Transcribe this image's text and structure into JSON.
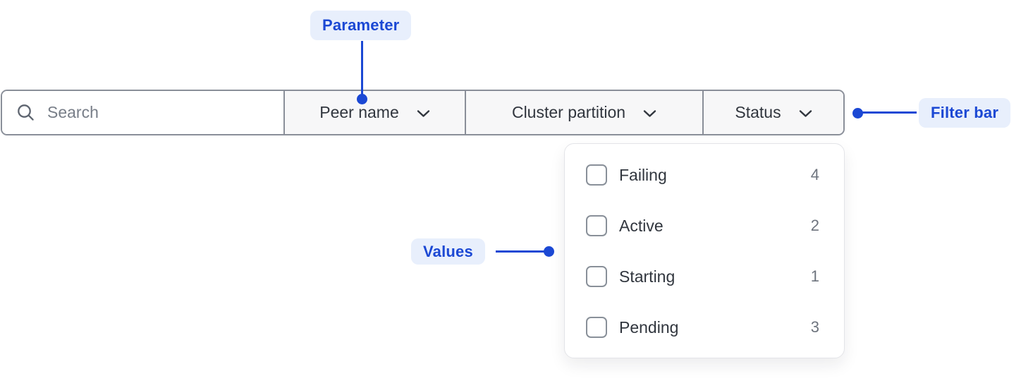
{
  "annotations": {
    "parameter": {
      "label": "Parameter"
    },
    "filter_bar": {
      "label": "Filter bar"
    },
    "values": {
      "label": "Values"
    }
  },
  "filter_bar": {
    "search": {
      "placeholder": "Search"
    },
    "dropdowns": [
      {
        "label": "Peer name"
      },
      {
        "label": "Cluster partition"
      },
      {
        "label": "Status",
        "open": true
      }
    ]
  },
  "status_dropdown": {
    "options": [
      {
        "label": "Failing",
        "count": "4",
        "checked": false
      },
      {
        "label": "Active",
        "count": "2",
        "checked": false
      },
      {
        "label": "Starting",
        "count": "1",
        "checked": false
      },
      {
        "label": "Pending",
        "count": "3",
        "checked": false
      }
    ]
  },
  "colors": {
    "accent_blue": "#1B48D4",
    "annotation_badge_bg": "#E8EFFC",
    "bar_border": "#8A8F99",
    "dropdown_section_bg": "#F7F7F8",
    "text_dark": "#31363E",
    "text_muted": "#787E88",
    "count_gray": "#6E747E",
    "panel_border": "#E3E4E8"
  }
}
